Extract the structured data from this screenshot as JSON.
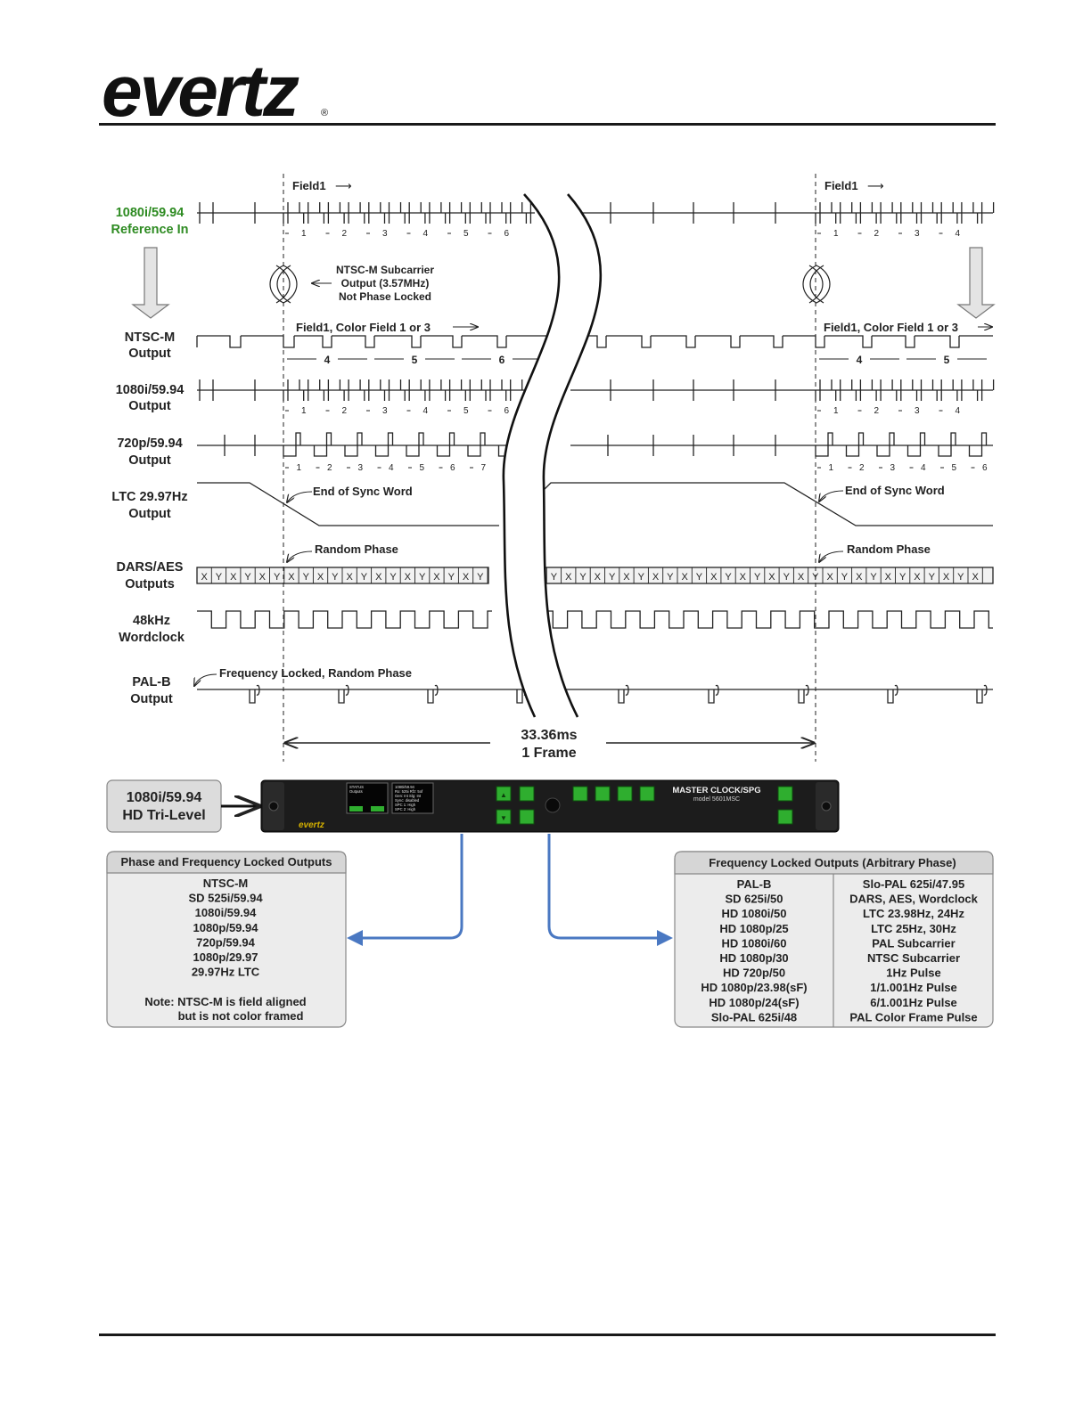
{
  "header": {
    "logo_text": "evertz",
    "logo_mark": "®"
  },
  "reference": {
    "label_line1": "1080i/59.94",
    "label_line2": "Reference In",
    "color": "#2e8b22"
  },
  "field_marker": "Field1",
  "field_arrow": "⟶",
  "color_field_marker": "Field1, Color Field 1 or 3",
  "subcarrier_note": [
    "NTSC-M Subcarrier",
    "Output (3.57MHz)",
    "Not Phase Locked"
  ],
  "rows": [
    {
      "label_line1": "NTSC-M",
      "label_line2": "Output"
    },
    {
      "label_line1": "1080i/59.94",
      "label_line2": "Output"
    },
    {
      "label_line1": "720p/59.94",
      "label_line2": "Output"
    },
    {
      "label_line1": "LTC 29.97Hz",
      "label_line2": "Output"
    },
    {
      "label_line1": "DARS/AES",
      "label_line2": "Outputs"
    },
    {
      "label_line1": "48kHz",
      "label_line2": "Wordclock"
    },
    {
      "label_line1": "PAL-B",
      "label_line2": "Output"
    }
  ],
  "counts": {
    "ref_left": [
      "1",
      "2",
      "3",
      "4",
      "5",
      "6"
    ],
    "ref_right": [
      "1",
      "2",
      "3",
      "4"
    ],
    "ntsc_left": [
      "4",
      "5",
      "6"
    ],
    "ntsc_right": [
      "4",
      "5"
    ],
    "i1080_left": [
      "1",
      "2",
      "3",
      "4",
      "5",
      "6"
    ],
    "i1080_right": [
      "1",
      "2",
      "3",
      "4"
    ],
    "p720_left": [
      "1",
      "2",
      "3",
      "4",
      "5",
      "6",
      "7"
    ],
    "p720_right": [
      "1",
      "2",
      "3",
      "4",
      "5",
      "6"
    ]
  },
  "ltc_note": "End of Sync Word",
  "dars_note": "Random Phase",
  "dars_symbols": [
    "X",
    "Y"
  ],
  "pal_note": "Frequency Locked, Random Phase",
  "frame_duration": "33.36ms",
  "frame_label": "1 Frame",
  "input_box": {
    "line1": "1080i/59.94",
    "line2": "HD Tri-Level"
  },
  "device": {
    "brand": "evertz",
    "title": "MASTER CLOCK/SPG",
    "model": "model 5601MSC",
    "display1": [
      "STATUS",
      "Outputs",
      "",
      "",
      "",
      ""
    ],
    "display2": [
      "1080i/59.94",
      "Ro: 525i  Rfz: 5of",
      "Gen: Int    Slg: Int",
      "Sync: disabled",
      "SPC 1: High",
      "SPC 2: High"
    ],
    "panel_color": "#1c1c1c",
    "button_color": "#2fae2f"
  },
  "phase_box": {
    "title": "Phase and Frequency Locked Outputs",
    "items": [
      "NTSC-M",
      "SD 525i/59.94",
      "1080i/59.94",
      "1080p/59.94",
      "720p/59.94",
      "1080p/29.97",
      "29.97Hz LTC"
    ],
    "note_line1": "Note: NTSC-M is field aligned",
    "note_line2": "but is not color framed"
  },
  "freq_box": {
    "title": "Frequency Locked Outputs (Arbitrary Phase)",
    "left": [
      "PAL-B",
      "SD 625i/50",
      "HD 1080i/50",
      "HD 1080p/25",
      "HD 1080i/60",
      "HD 1080p/30",
      "HD 720p/50",
      "HD 1080p/23.98(sF)",
      "HD 1080p/24(sF)",
      "Slo-PAL 625i/48"
    ],
    "right": [
      "Slo-PAL 625i/47.95",
      "DARS, AES, Wordclock",
      "LTC 23.98Hz, 24Hz",
      "LTC 25Hz, 30Hz",
      "PAL Subcarrier",
      "NTSC Subcarrier",
      "1Hz Pulse",
      "1/1.001Hz Pulse",
      "6/1.001Hz Pulse",
      "PAL Color Frame Pulse"
    ]
  },
  "colors": {
    "connector": "#4a78c2",
    "box_fill": "#ececec",
    "box_header": "#d6d6d6"
  }
}
